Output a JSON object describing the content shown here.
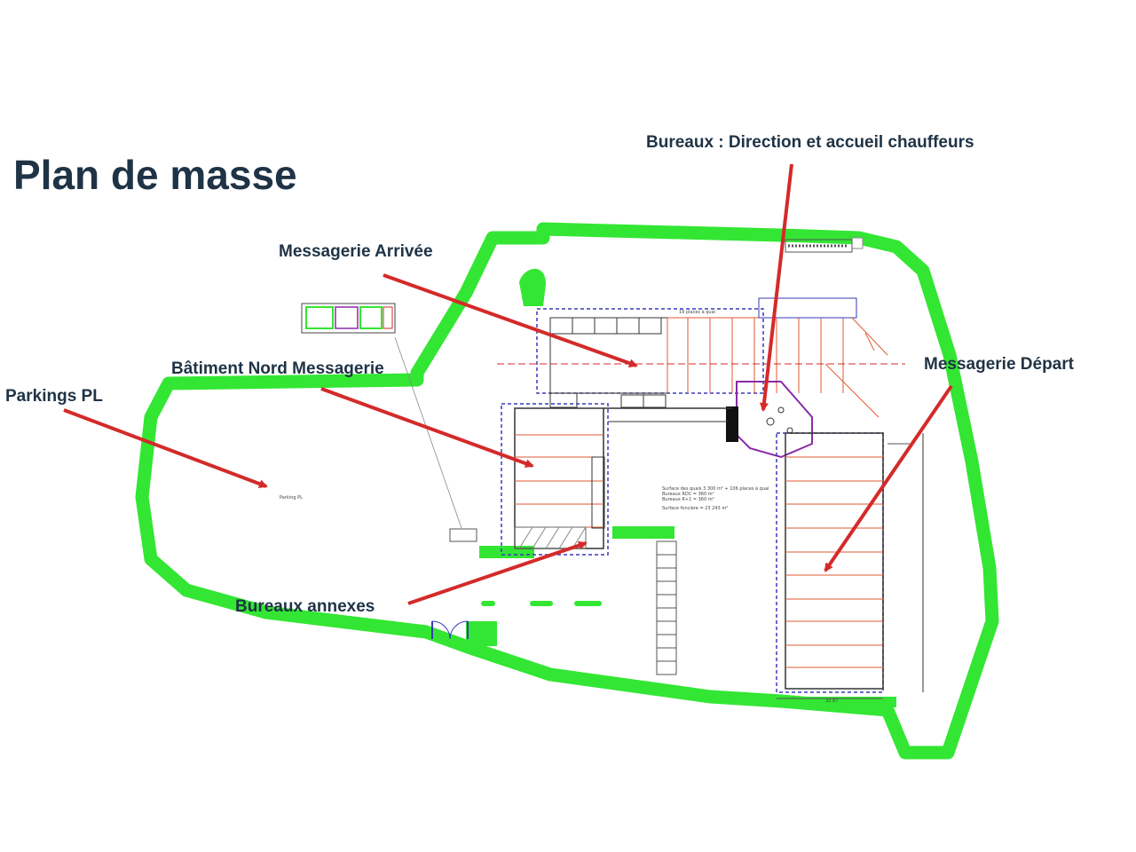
{
  "slide": {
    "title": "Plan de masse"
  },
  "callouts": {
    "bureaux_direction": "Bureaux : Direction et accueil chauffeurs",
    "messagerie_arrivee": "Messagerie Arrivée",
    "batiment_nord": "Bâtiment Nord Messagerie",
    "parkings_pl": "Parkings PL",
    "messagerie_depart": "Messagerie Départ",
    "bureaux_annexes": "Bureaux annexes"
  },
  "plan": {
    "parking_label": "Parking PL",
    "surface_notes": [
      "Surface des quais 3 300 m² + 106 places à quai",
      "Bureaux RDC = 360 m²",
      "Bureaux R+1 = 360 m²",
      "Surface foncière = 23 243 m²"
    ],
    "dimension_bottom": "32.97",
    "places_label": "19 places à quai"
  },
  "colors": {
    "title": "#1f3346",
    "callout_text": "#1f3346",
    "arrow": "#d42a2a",
    "green_zone": "#33e633",
    "building_outline": "#3a3ab8",
    "dock_lines": "#e05a32"
  }
}
